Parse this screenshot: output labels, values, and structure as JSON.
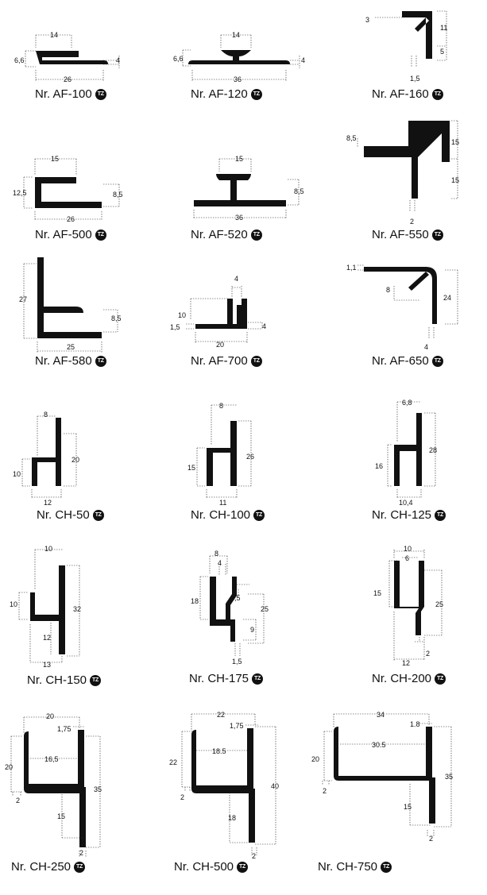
{
  "badge_text": "TZ",
  "colors": {
    "profile": "#111111",
    "background": "#ffffff"
  },
  "profiles": [
    {
      "name": "Nr. AF-100",
      "dims": [
        "14",
        "6,6",
        "4",
        "26"
      ]
    },
    {
      "name": "Nr. AF-120",
      "dims": [
        "14",
        "6,6",
        "4",
        "36"
      ]
    },
    {
      "name": "Nr. AF-160",
      "dims": [
        "3",
        "11",
        "5",
        "1,5"
      ]
    },
    {
      "name": "Nr. AF-500",
      "dims": [
        "15",
        "12,5",
        "8,5",
        "26"
      ]
    },
    {
      "name": "Nr. AF-520",
      "dims": [
        "15",
        "8,5",
        "36"
      ]
    },
    {
      "name": "Nr. AF-550",
      "dims": [
        "8,5",
        "15",
        "15",
        "2"
      ]
    },
    {
      "name": "Nr. AF-580",
      "dims": [
        "27",
        "8,5",
        "25"
      ]
    },
    {
      "name": "Nr. AF-700",
      "dims": [
        "4",
        "10",
        "1,5",
        "4",
        "20"
      ]
    },
    {
      "name": "Nr. AF-650",
      "dims": [
        "1,1",
        "8",
        "24",
        "4"
      ]
    },
    {
      "name": "Nr. CH-50",
      "dims": [
        "8",
        "20",
        "10",
        "12"
      ]
    },
    {
      "name": "Nr. CH-100",
      "dims": [
        "8",
        "26",
        "15",
        "11"
      ]
    },
    {
      "name": "Nr. CH-125",
      "dims": [
        "6,8",
        "28",
        "16",
        "10,4"
      ]
    },
    {
      "name": "Nr. CH-150",
      "dims": [
        "10",
        "32",
        "10",
        "12",
        "13"
      ]
    },
    {
      "name": "Nr. CH-175",
      "dims": [
        "8",
        "4",
        "18",
        "3,5",
        "25",
        "9",
        "1,5"
      ]
    },
    {
      "name": "Nr. CH-200",
      "dims": [
        "10",
        "6",
        "15",
        "25",
        "2",
        "12"
      ]
    },
    {
      "name": "Nr. CH-250",
      "dims": [
        "20",
        "1,75",
        "16,5",
        "20",
        "35",
        "2",
        "15",
        "2"
      ]
    },
    {
      "name": "Nr. CH-500",
      "dims": [
        "22",
        "1,75",
        "18.5",
        "22",
        "40",
        "2",
        "18",
        "2"
      ]
    },
    {
      "name": "Nr. CH-750",
      "dims": [
        "34",
        "1.8",
        "30.5",
        "20",
        "35",
        "2",
        "15",
        "2"
      ]
    }
  ]
}
